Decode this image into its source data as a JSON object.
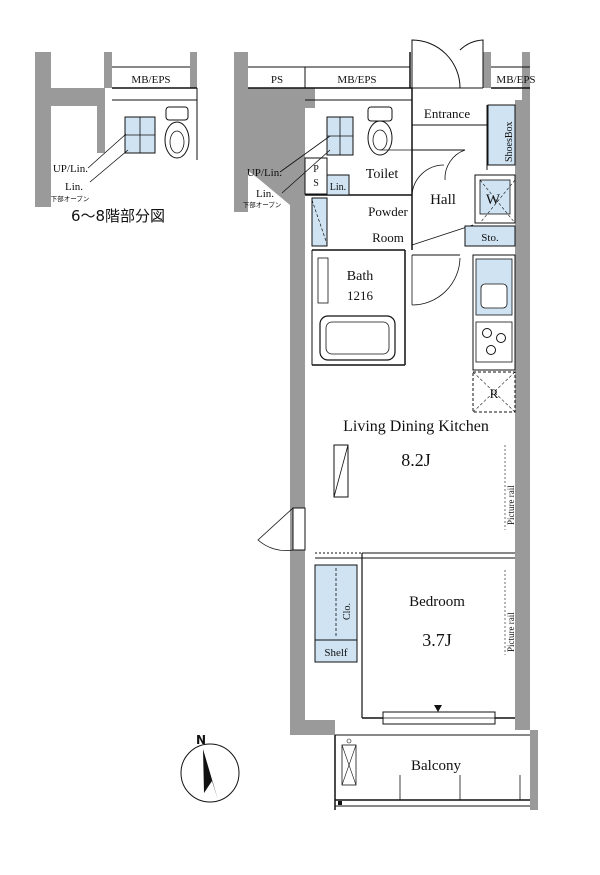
{
  "inset": {
    "mb_eps": "MB/EPS",
    "up_lin": "UP/Lin.",
    "lin": "Lin.",
    "lin_sub": "下部オープン",
    "title": "6～8階部分図"
  },
  "plan": {
    "ps_top": "PS",
    "mb_eps": "MB/EPS",
    "mb_eps_right": "MB/EPS",
    "up_lin": "UP/Lin.",
    "lin": "Lin.",
    "lin_sub": "下部オープン",
    "ps_vertical": "PS",
    "lin_box": "Lin.",
    "toilet": "Toilet",
    "entrance": "Entrance",
    "shoes_box": "ShoesBox",
    "hall": "Hall",
    "w": "W",
    "powder_room_1": "Powder",
    "powder_room_2": "Room",
    "sto": "Sto.",
    "bath": "Bath",
    "bath_size": "1216",
    "r": "R",
    "ldk": "Living Dining Kitchen",
    "ldk_size": "8.2J",
    "picture_rail_1": "Picture rail",
    "picture_rail_2": "Picture rail",
    "bedroom": "Bedroom",
    "bedroom_size": "3.7J",
    "clo": "Clo.",
    "shelf": "Shelf",
    "balcony": "Balcony",
    "north": "N"
  },
  "colors": {
    "wall": "#9a9a9a",
    "fixture_blue": "#cfe3f2",
    "line": "#111111"
  }
}
